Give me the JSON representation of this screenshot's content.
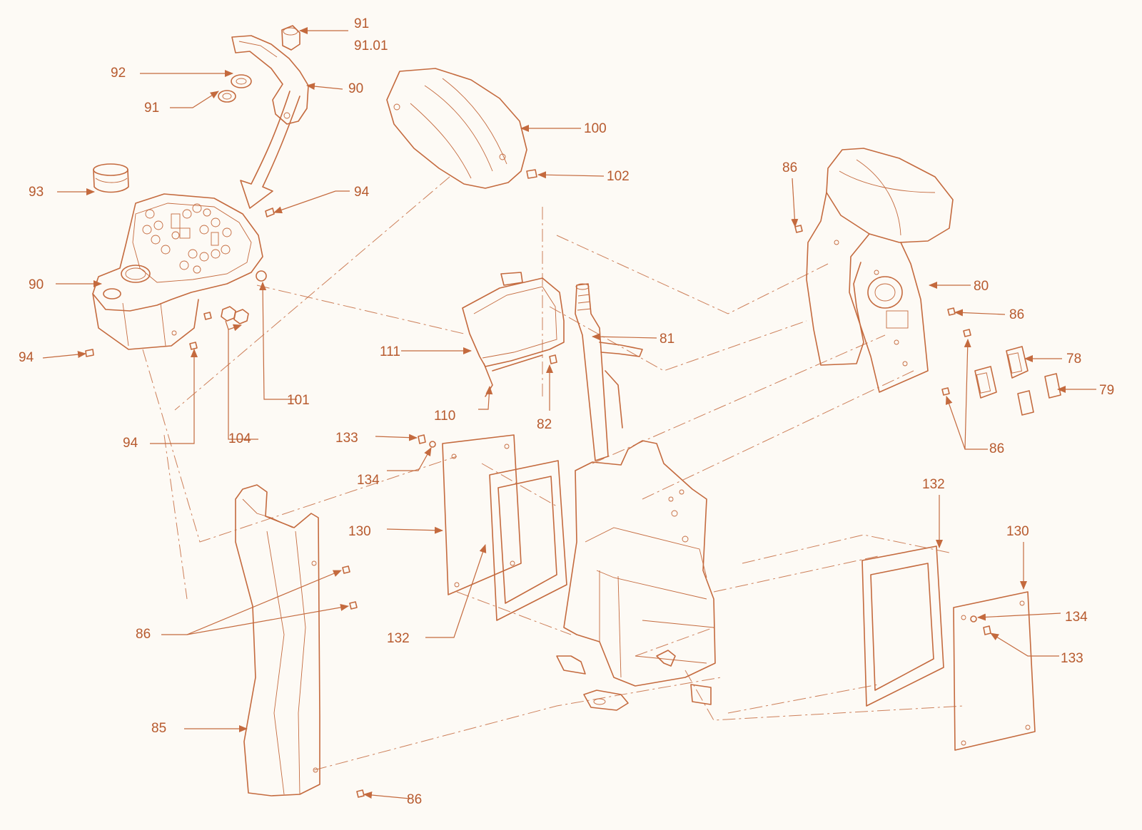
{
  "colors": {
    "line": "#c46a3e",
    "label": "#b75a2e",
    "background": "#fdfaf5"
  },
  "callouts": [
    {
      "id": "c91a",
      "text": "91"
    },
    {
      "id": "c9101",
      "text": "91.01"
    },
    {
      "id": "c92",
      "text": "92"
    },
    {
      "id": "c90a",
      "text": "90"
    },
    {
      "id": "c91b",
      "text": "91"
    },
    {
      "id": "c100",
      "text": "100"
    },
    {
      "id": "c102",
      "text": "102"
    },
    {
      "id": "c93",
      "text": "93"
    },
    {
      "id": "c94a",
      "text": "94"
    },
    {
      "id": "c90b",
      "text": "90"
    },
    {
      "id": "c94b",
      "text": "94"
    },
    {
      "id": "c101",
      "text": "101"
    },
    {
      "id": "c94c",
      "text": "94"
    },
    {
      "id": "c104",
      "text": "104"
    },
    {
      "id": "c86a",
      "text": "86"
    },
    {
      "id": "c80",
      "text": "80"
    },
    {
      "id": "c86b",
      "text": "86"
    },
    {
      "id": "c78",
      "text": "78"
    },
    {
      "id": "c79",
      "text": "79"
    },
    {
      "id": "c86c",
      "text": "86"
    },
    {
      "id": "c81",
      "text": "81"
    },
    {
      "id": "c111",
      "text": "111"
    },
    {
      "id": "c110",
      "text": "110"
    },
    {
      "id": "c82",
      "text": "82"
    },
    {
      "id": "c133a",
      "text": "133"
    },
    {
      "id": "c134a",
      "text": "134"
    },
    {
      "id": "c130a",
      "text": "130"
    },
    {
      "id": "c132a",
      "text": "132"
    },
    {
      "id": "c86d",
      "text": "86"
    },
    {
      "id": "c85",
      "text": "85"
    },
    {
      "id": "c86e",
      "text": "86"
    },
    {
      "id": "c132b",
      "text": "132"
    },
    {
      "id": "c130b",
      "text": "130"
    },
    {
      "id": "c134b",
      "text": "134"
    },
    {
      "id": "c133b",
      "text": "133"
    }
  ]
}
